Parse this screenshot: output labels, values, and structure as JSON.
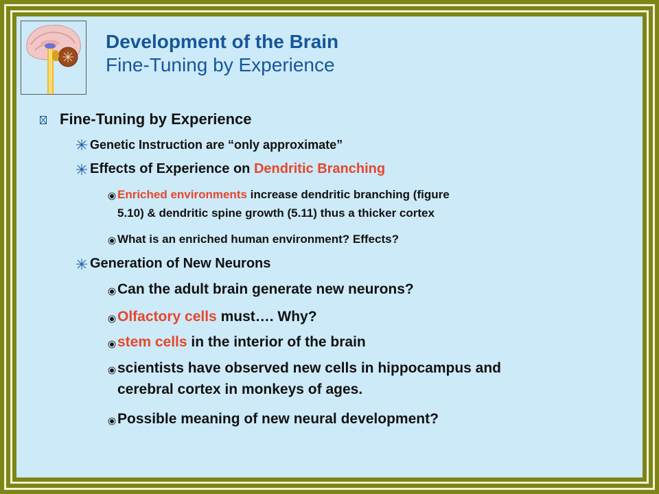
{
  "colors": {
    "frame": "#7c8516",
    "background": "#cdeaf8",
    "title": "#16569a",
    "highlight": "#e8462b"
  },
  "logo": {
    "icon": "brain-diagram-icon"
  },
  "header": {
    "title": "Development of the Brain",
    "subtitle": "Fine-Tuning by Experience"
  },
  "bullets": {
    "l1_heading": "Fine-Tuning by Experience",
    "genetic": "Genetic Instruction are “only approximate”",
    "effects_prefix": "Effects of Experience on ",
    "effects_highlight": "Dendritic Branching",
    "enriched_highlight": "Enriched environments",
    "enriched_rest_line1": " increase dendritic branching (figure",
    "enriched_line2": "5.10) & dendritic spine growth (5.11) thus a thicker cortex",
    "enriched_question": "What is an enriched human environment? Effects?",
    "generation": "Generation of New Neurons",
    "adult_brain": "Can the adult brain generate new neurons?",
    "olfactory_highlight": "Olfactory cells",
    "olfactory_rest": " must…. Why?",
    "stem_highlight": "stem cells",
    "stem_rest": " in the interior of the brain",
    "scientists_line1": "scientists have observed new cells in hippocampus and",
    "scientists_line2": "cerebral cortex in monkeys of ages.",
    "possible_meaning": "Possible meaning of new neural development?"
  }
}
